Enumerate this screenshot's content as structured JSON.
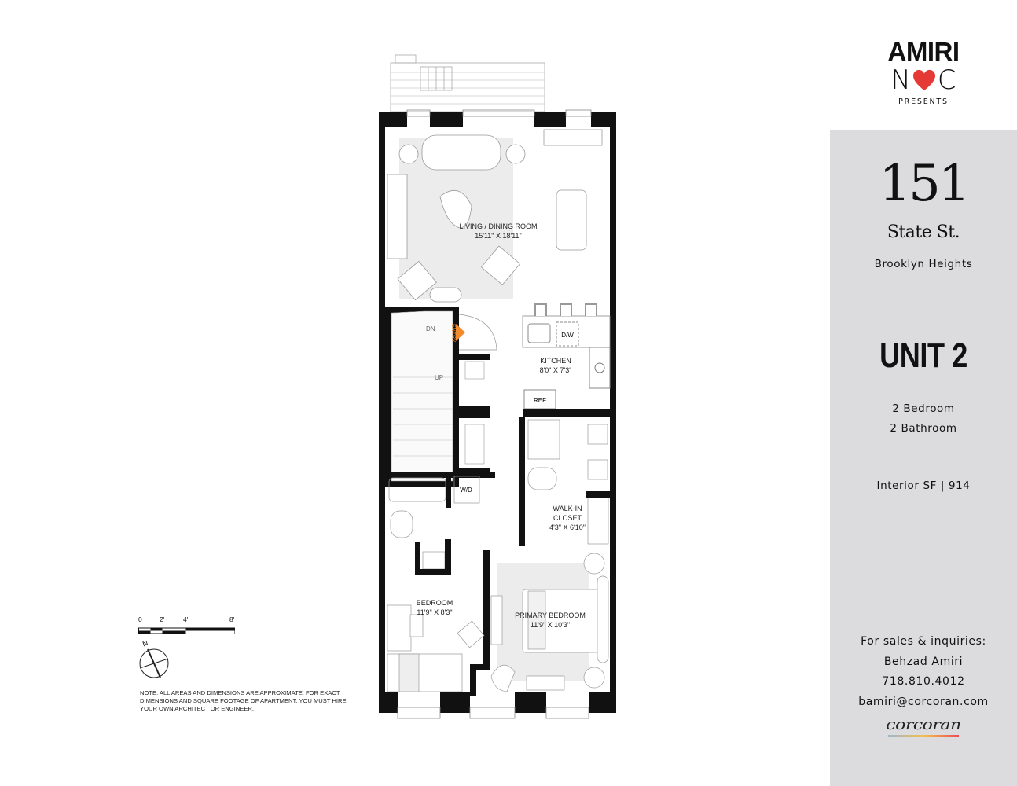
{
  "logo": {
    "line1": "AMIRI",
    "line2_left": "N",
    "line2_heart": "heart-icon",
    "line2_right": "C",
    "line3": "PRESENTS",
    "heart_color": "#e53935"
  },
  "panel": {
    "background": "#dcdcde",
    "number": "151",
    "street": "State St.",
    "neighborhood": "Brooklyn Heights",
    "unit": "UNIT 2",
    "bedrooms": "2 Bedroom",
    "bathrooms": "2 Bathroom",
    "interior_sf": "Interior SF | 914",
    "contact": {
      "heading": "For sales & inquiries:",
      "name": "Behzad Amiri",
      "phone": "718.810.4012",
      "email": "bamiri@corcoran.com"
    },
    "brand": "corcoran"
  },
  "floorplan": {
    "rooms": [
      {
        "name": "LIVING / DINING ROOM",
        "dims": "15'11\" X 18'11\""
      },
      {
        "name": "KITCHEN",
        "dims": "8'0\" X 7'3\""
      },
      {
        "name": "WALK-IN",
        "name2": "CLOSET",
        "dims": "4'3\" X 6'10\""
      },
      {
        "name": "BEDROOM",
        "dims": "11'9\" X 8'3\""
      },
      {
        "name": "PRIMARY BEDROOM",
        "dims": "11'9\" X 10'3\""
      }
    ],
    "fixtures": {
      "dishwasher": "D/W",
      "refrigerator": "REF",
      "washer_dryer": "W/D",
      "stair_down": "DN",
      "stair_up": "UP",
      "entry": "ENTRY"
    },
    "entry_color": "#f28a2e"
  },
  "scale_bar": {
    "ticks": [
      "0",
      "2'",
      "4'",
      "8'"
    ]
  },
  "compass": {
    "label": "N"
  },
  "note": "NOTE: ALL AREAS AND DIMENSIONS ARE APPROXIMATE. FOR EXACT DIMENSIONS AND SQUARE FOOTAGE OF APARTMENT, YOU MUST HIRE YOUR OWN ARCHITECT OR ENGINEER."
}
